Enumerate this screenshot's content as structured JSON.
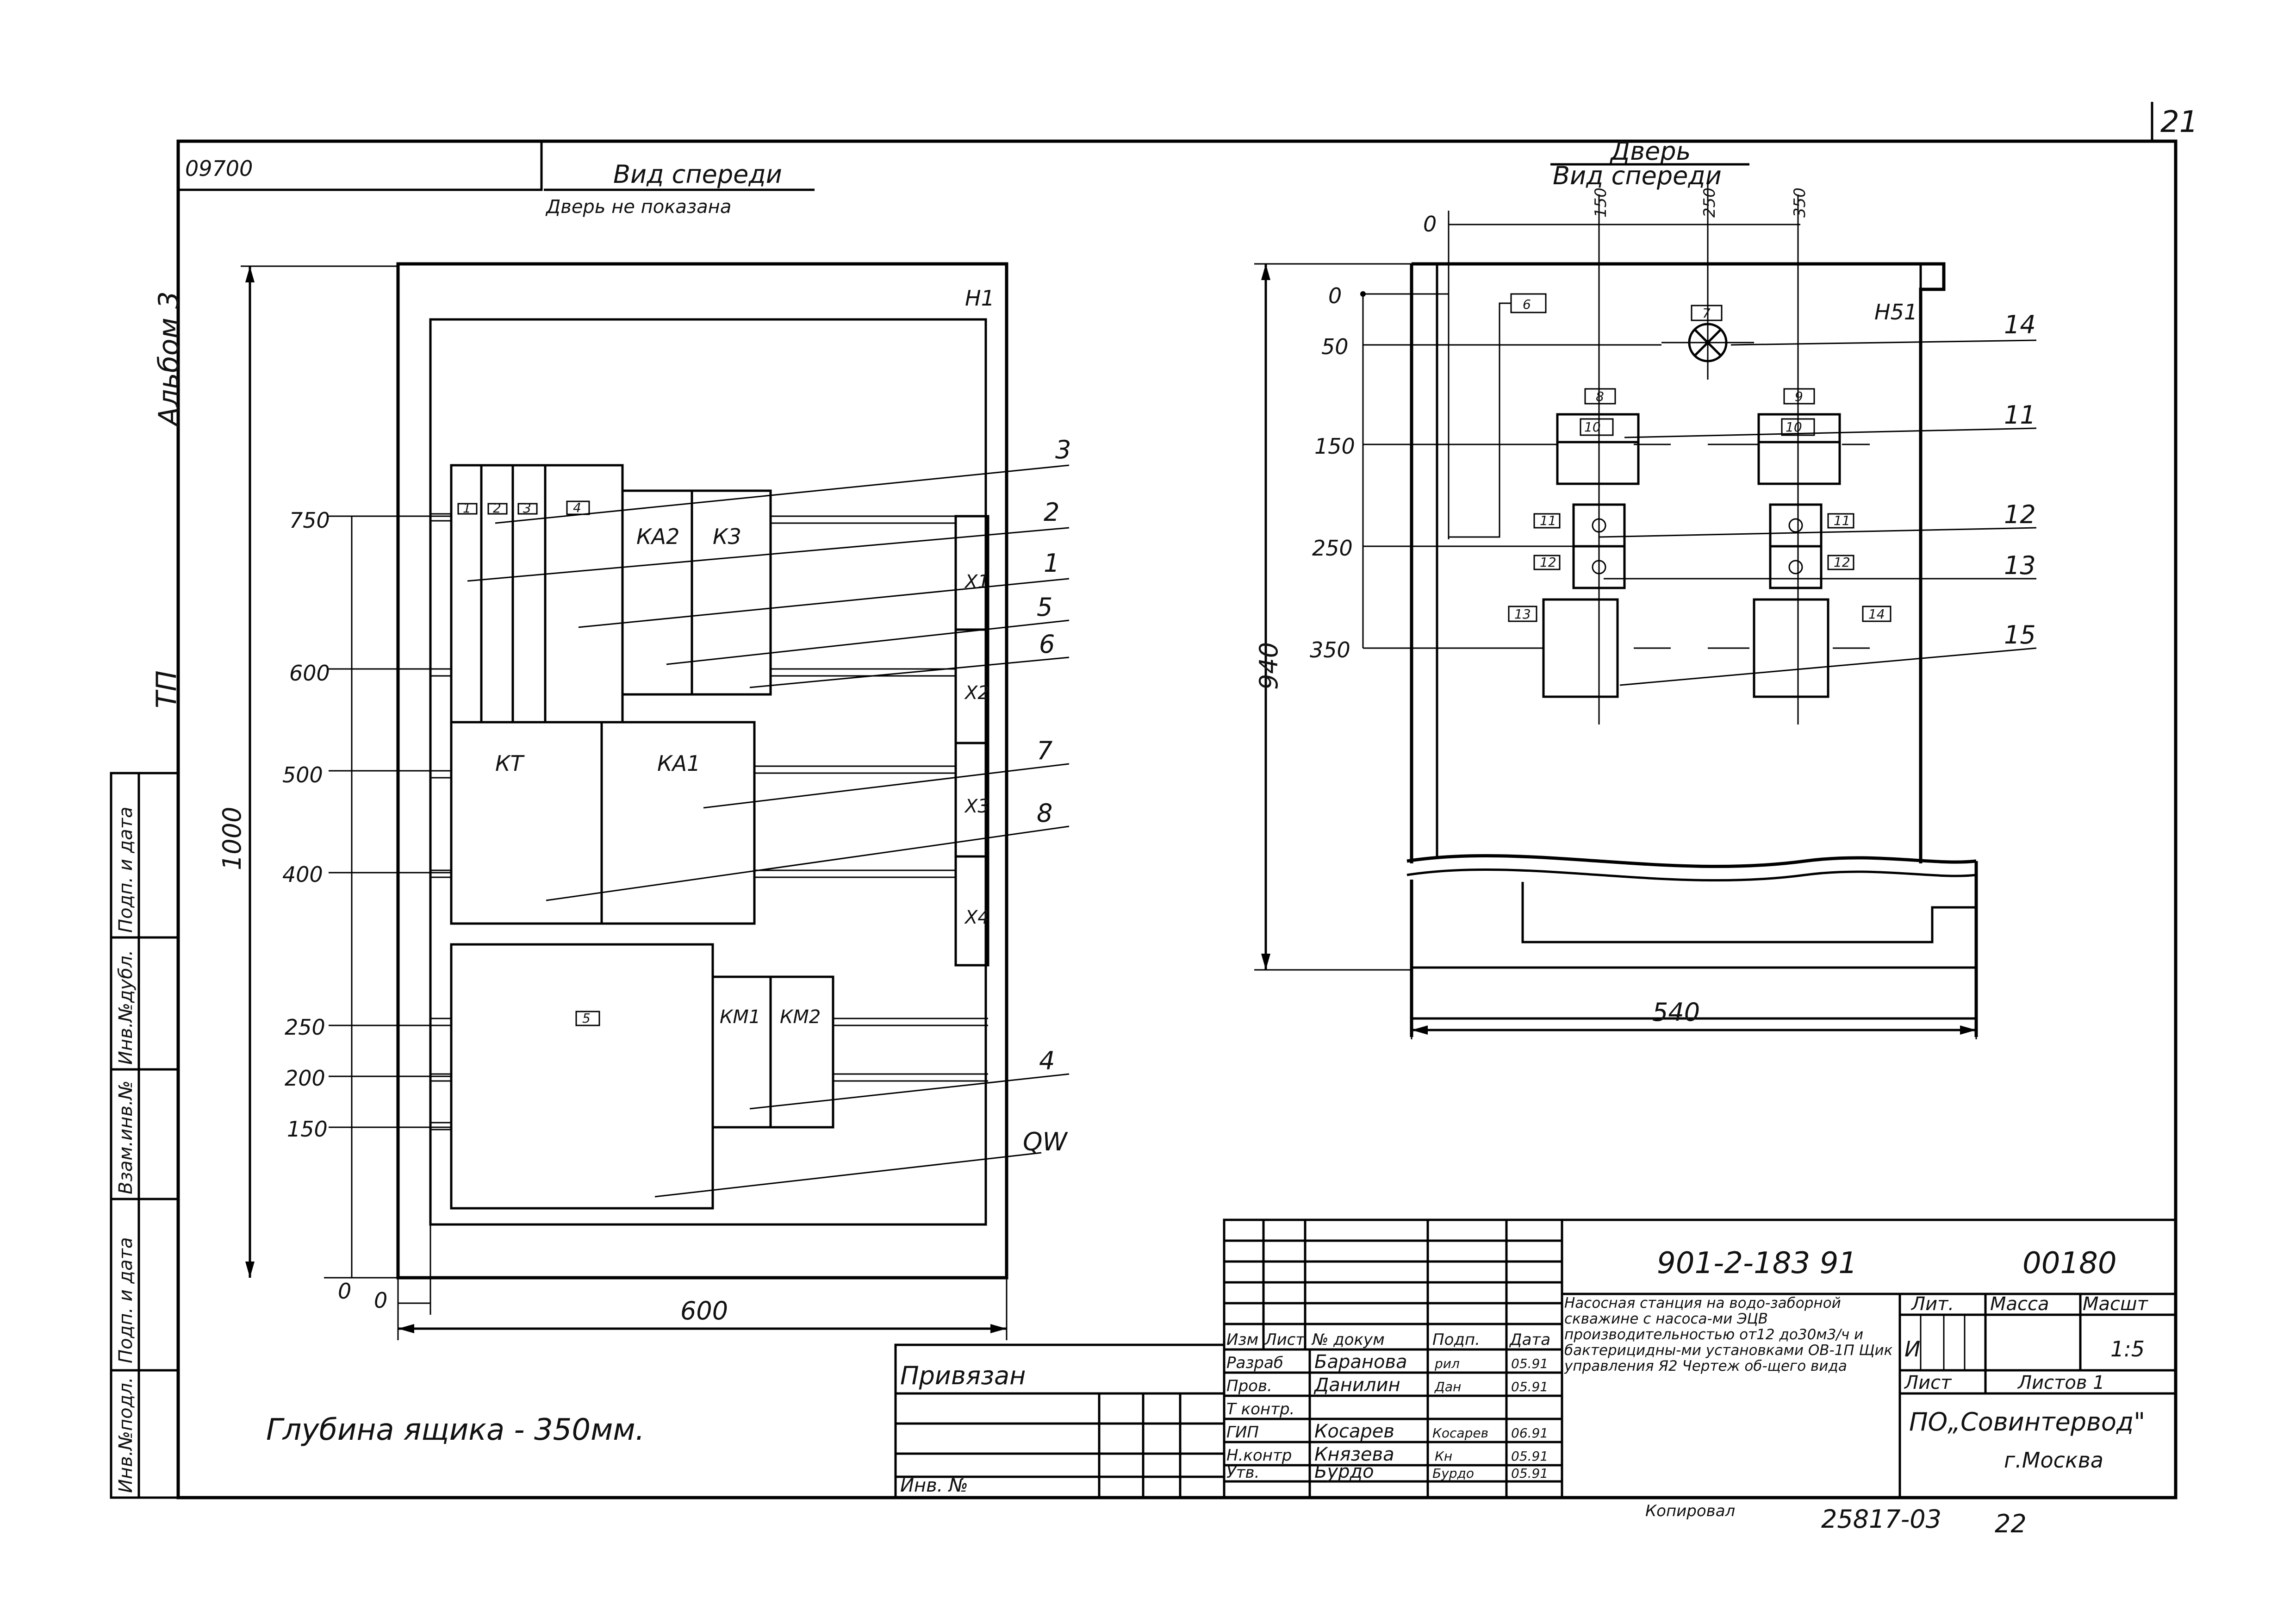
{
  "sheet": {
    "page_number": "21",
    "archive_code": "09700",
    "album": "Альбом 3",
    "tp_mark": "ТП",
    "depth_note": "Глубина ящика - 350мм.",
    "copied_by": "Копировал",
    "copy_number": "25817-03",
    "copy_page": "22"
  },
  "left_stamp": {
    "inv_orig": "Инв.№подл.",
    "sign_date_1": "Подп. и дата",
    "vzam_inv": "Взам.инв.№",
    "inv_dubl": "Инв.№дубл.",
    "sign_date_2": "Подп. и дата"
  },
  "front_view": {
    "title": "Вид спереди",
    "subtitle": "Дверь не показана",
    "cabinet_tag": "Н1",
    "overall_height": "1000",
    "overall_width": "600",
    "origin_x": "0",
    "origin_y": "0",
    "levels": [
      "750",
      "600",
      "500",
      "400",
      "250",
      "200",
      "150"
    ],
    "device_labels": {
      "ka2": "КА2",
      "k3": "К3",
      "kt": "КТ",
      "ka1": "КА1",
      "km1": "КМ1",
      "km2": "КМ2",
      "x1": "Х1",
      "x2": "Х2",
      "x3": "Х3",
      "x4": "Х4"
    },
    "breaker_marks": [
      "1",
      "2",
      "3",
      "4"
    ],
    "block_mark": "5",
    "callouts": [
      "3",
      "2",
      "1",
      "5",
      "6",
      "7",
      "8",
      "4",
      "QW"
    ]
  },
  "door_view": {
    "title": "Дверь",
    "subtitle": "Вид спереди",
    "tag": "Н51",
    "overall_height": "940",
    "overall_width": "540",
    "origin_x": "0",
    "top_dims": [
      "150",
      "250",
      "350"
    ],
    "levels": [
      "0",
      "50",
      "150",
      "250",
      "350"
    ],
    "marks": {
      "top_left": "6",
      "lamp": "7",
      "sw_left": "8",
      "sw_right": "9",
      "ammeter_left": "10",
      "ammeter_right": "10",
      "btn_l1": "11",
      "btn_l2": "12",
      "btn_r1": "11",
      "btn_r2": "12",
      "meter_left": "13",
      "meter_right": "14"
    },
    "callouts": [
      "14",
      "11",
      "12",
      "13",
      "15"
    ]
  },
  "title_block": {
    "binding_label": "Привязан",
    "inv_label": "Инв. №",
    "doc_code": "901-2-183 91",
    "sheet_code": "00180",
    "description": "Насосная станция на водо-заборной скважине с насоса-ми ЭЦВ производительностью от12 до30м3/ч и бактерицидны-ми установками ОВ-1П Щик управления Я2 Чертеж об-щего вида",
    "col_headers": [
      "Изм",
      "Лист",
      "№ докум",
      "Подп.",
      "Дата"
    ],
    "roles": [
      {
        "role": "Разраб",
        "name": "Баранова",
        "sign": "рил",
        "date": "05.91"
      },
      {
        "role": "Пров.",
        "name": "Данилин",
        "sign": "Дан",
        "date": "05.91"
      },
      {
        "role": "Т контр.",
        "name": "",
        "sign": "",
        "date": ""
      },
      {
        "role": "ГИП",
        "name": "Косарев",
        "sign": "Косарев",
        "date": "06.91"
      },
      {
        "role": "Н.контр",
        "name": "Князева",
        "sign": "Кн",
        "date": "05.91"
      },
      {
        "role": "Утв.",
        "name": "Бурдо",
        "sign": "Бурдо",
        "date": "05.91"
      }
    ],
    "stage_header": "Лит.",
    "mass_header": "Масса",
    "scale_header": "Масшт",
    "stage": "И",
    "scale": "1:5",
    "sheet_label": "Лист",
    "sheets_label": "Листов 1",
    "org": "ПО„Совинтервод\"",
    "city": "г.Москва"
  }
}
